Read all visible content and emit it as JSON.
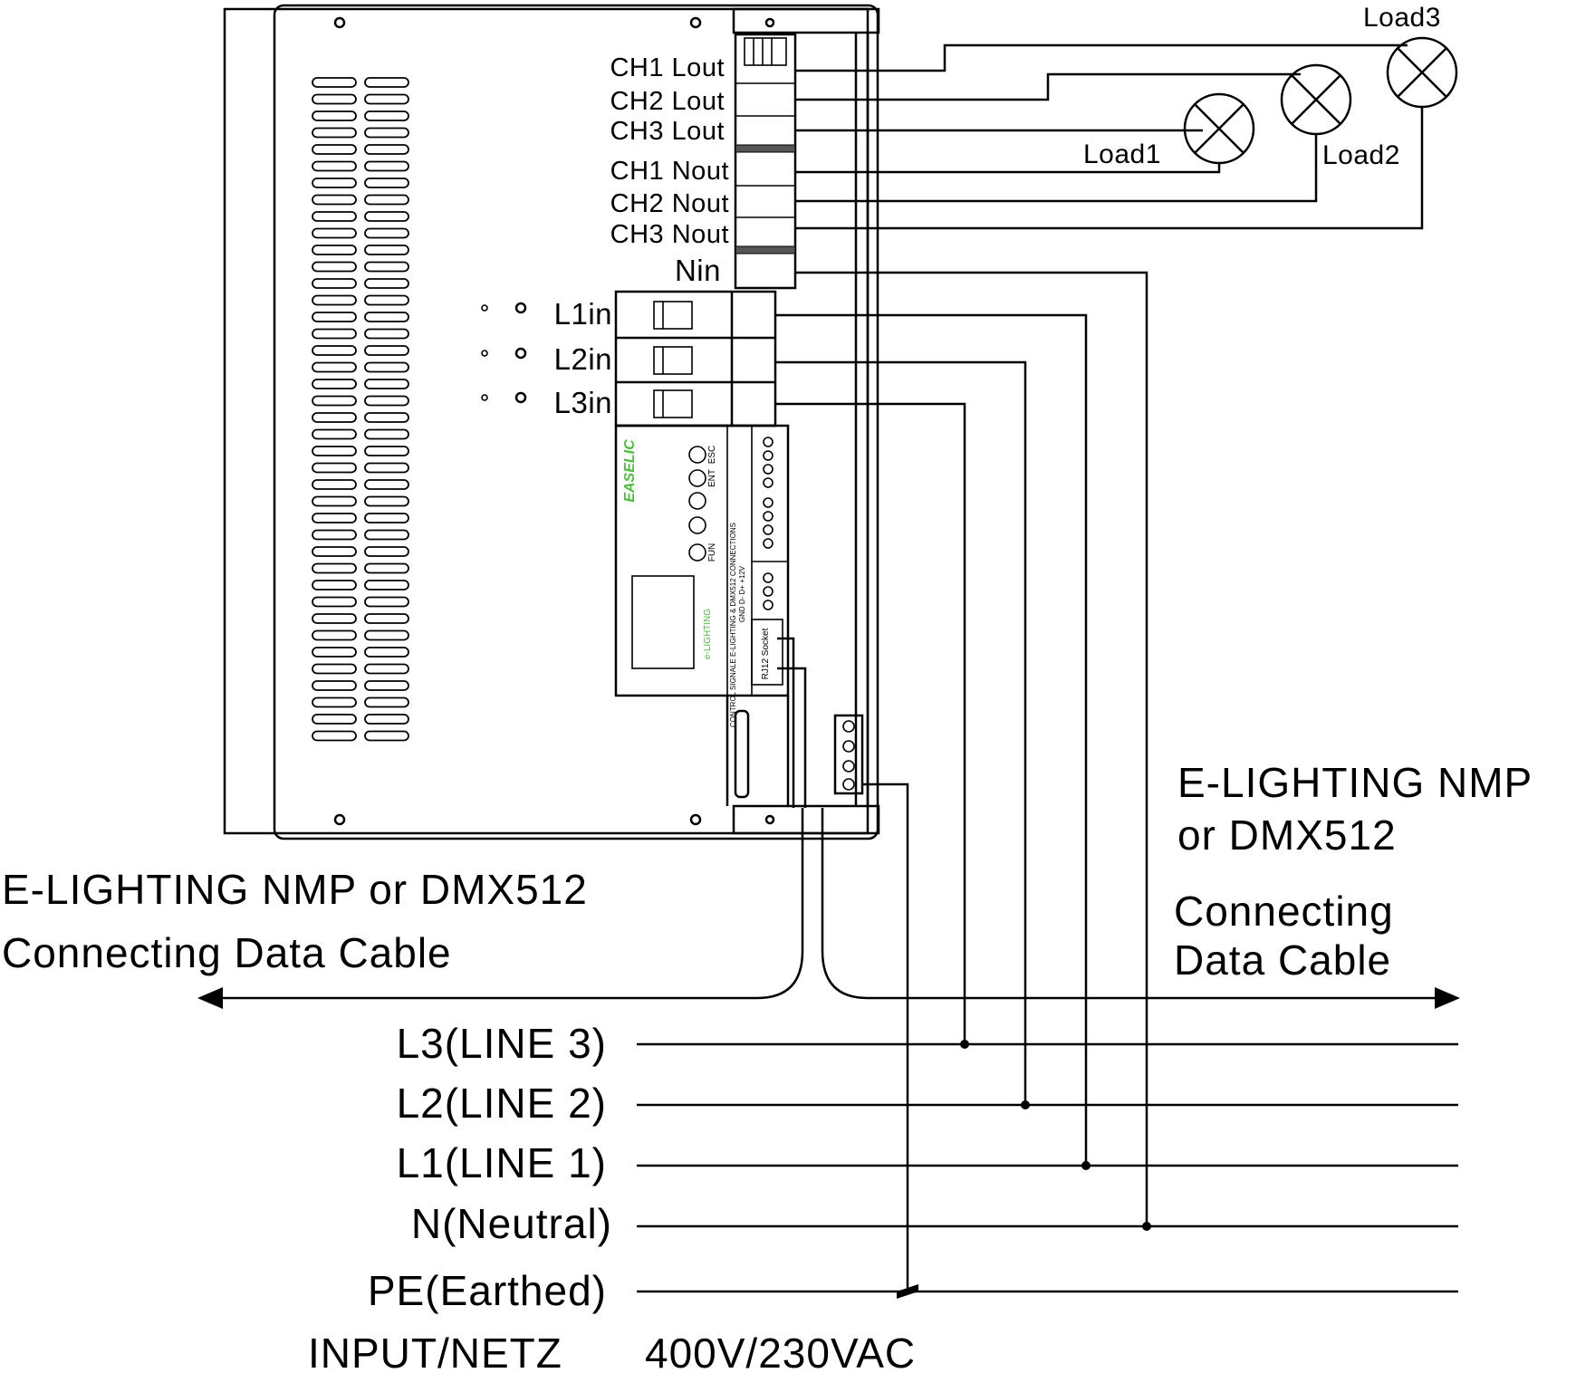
{
  "device": {
    "outputs": [
      "CH1 Lout",
      "CH2 Lout",
      "CH3 Lout",
      "CH1 Nout",
      "CH2 Nout",
      "CH3 Nout"
    ],
    "neutral_in": "Nin",
    "line_inputs": [
      "L1in",
      "L2in",
      "L3in"
    ],
    "controller": {
      "brand": "EASELIC",
      "buttons": [
        "ESC",
        "ENT",
        "FUN"
      ],
      "socket_label": "RJ12 Socket",
      "connection_text": "CONTROL SIGNALE E-LIGHTING & DMX512 CONNECTIONS",
      "pin_text": "GND D- D+ +12V",
      "logo_text": "e-LIGHTING"
    }
  },
  "loads": [
    "Load1",
    "Load2",
    "Load3"
  ],
  "data_cable": {
    "left_title": "E-LIGHTING NMP or DMX512",
    "left_subtitle": "Connecting Data Cable",
    "right_title_1": "E-LIGHTING NMP",
    "right_title_2": "or DMX512",
    "right_subtitle_1": "Connecting",
    "right_subtitle_2": "Data Cable"
  },
  "supply": {
    "lines": [
      {
        "label": "L3",
        "desc": "(LINE 3)"
      },
      {
        "label": "L2",
        "desc": "(LINE 2)"
      },
      {
        "label": "L1",
        "desc": "(LINE 1)"
      },
      {
        "label": "N",
        "desc": "(Neutral)"
      },
      {
        "label": "PE",
        "desc": "(Earthed)"
      }
    ],
    "input_label": "INPUT/NETZ",
    "voltage": "400V/230VAC"
  }
}
